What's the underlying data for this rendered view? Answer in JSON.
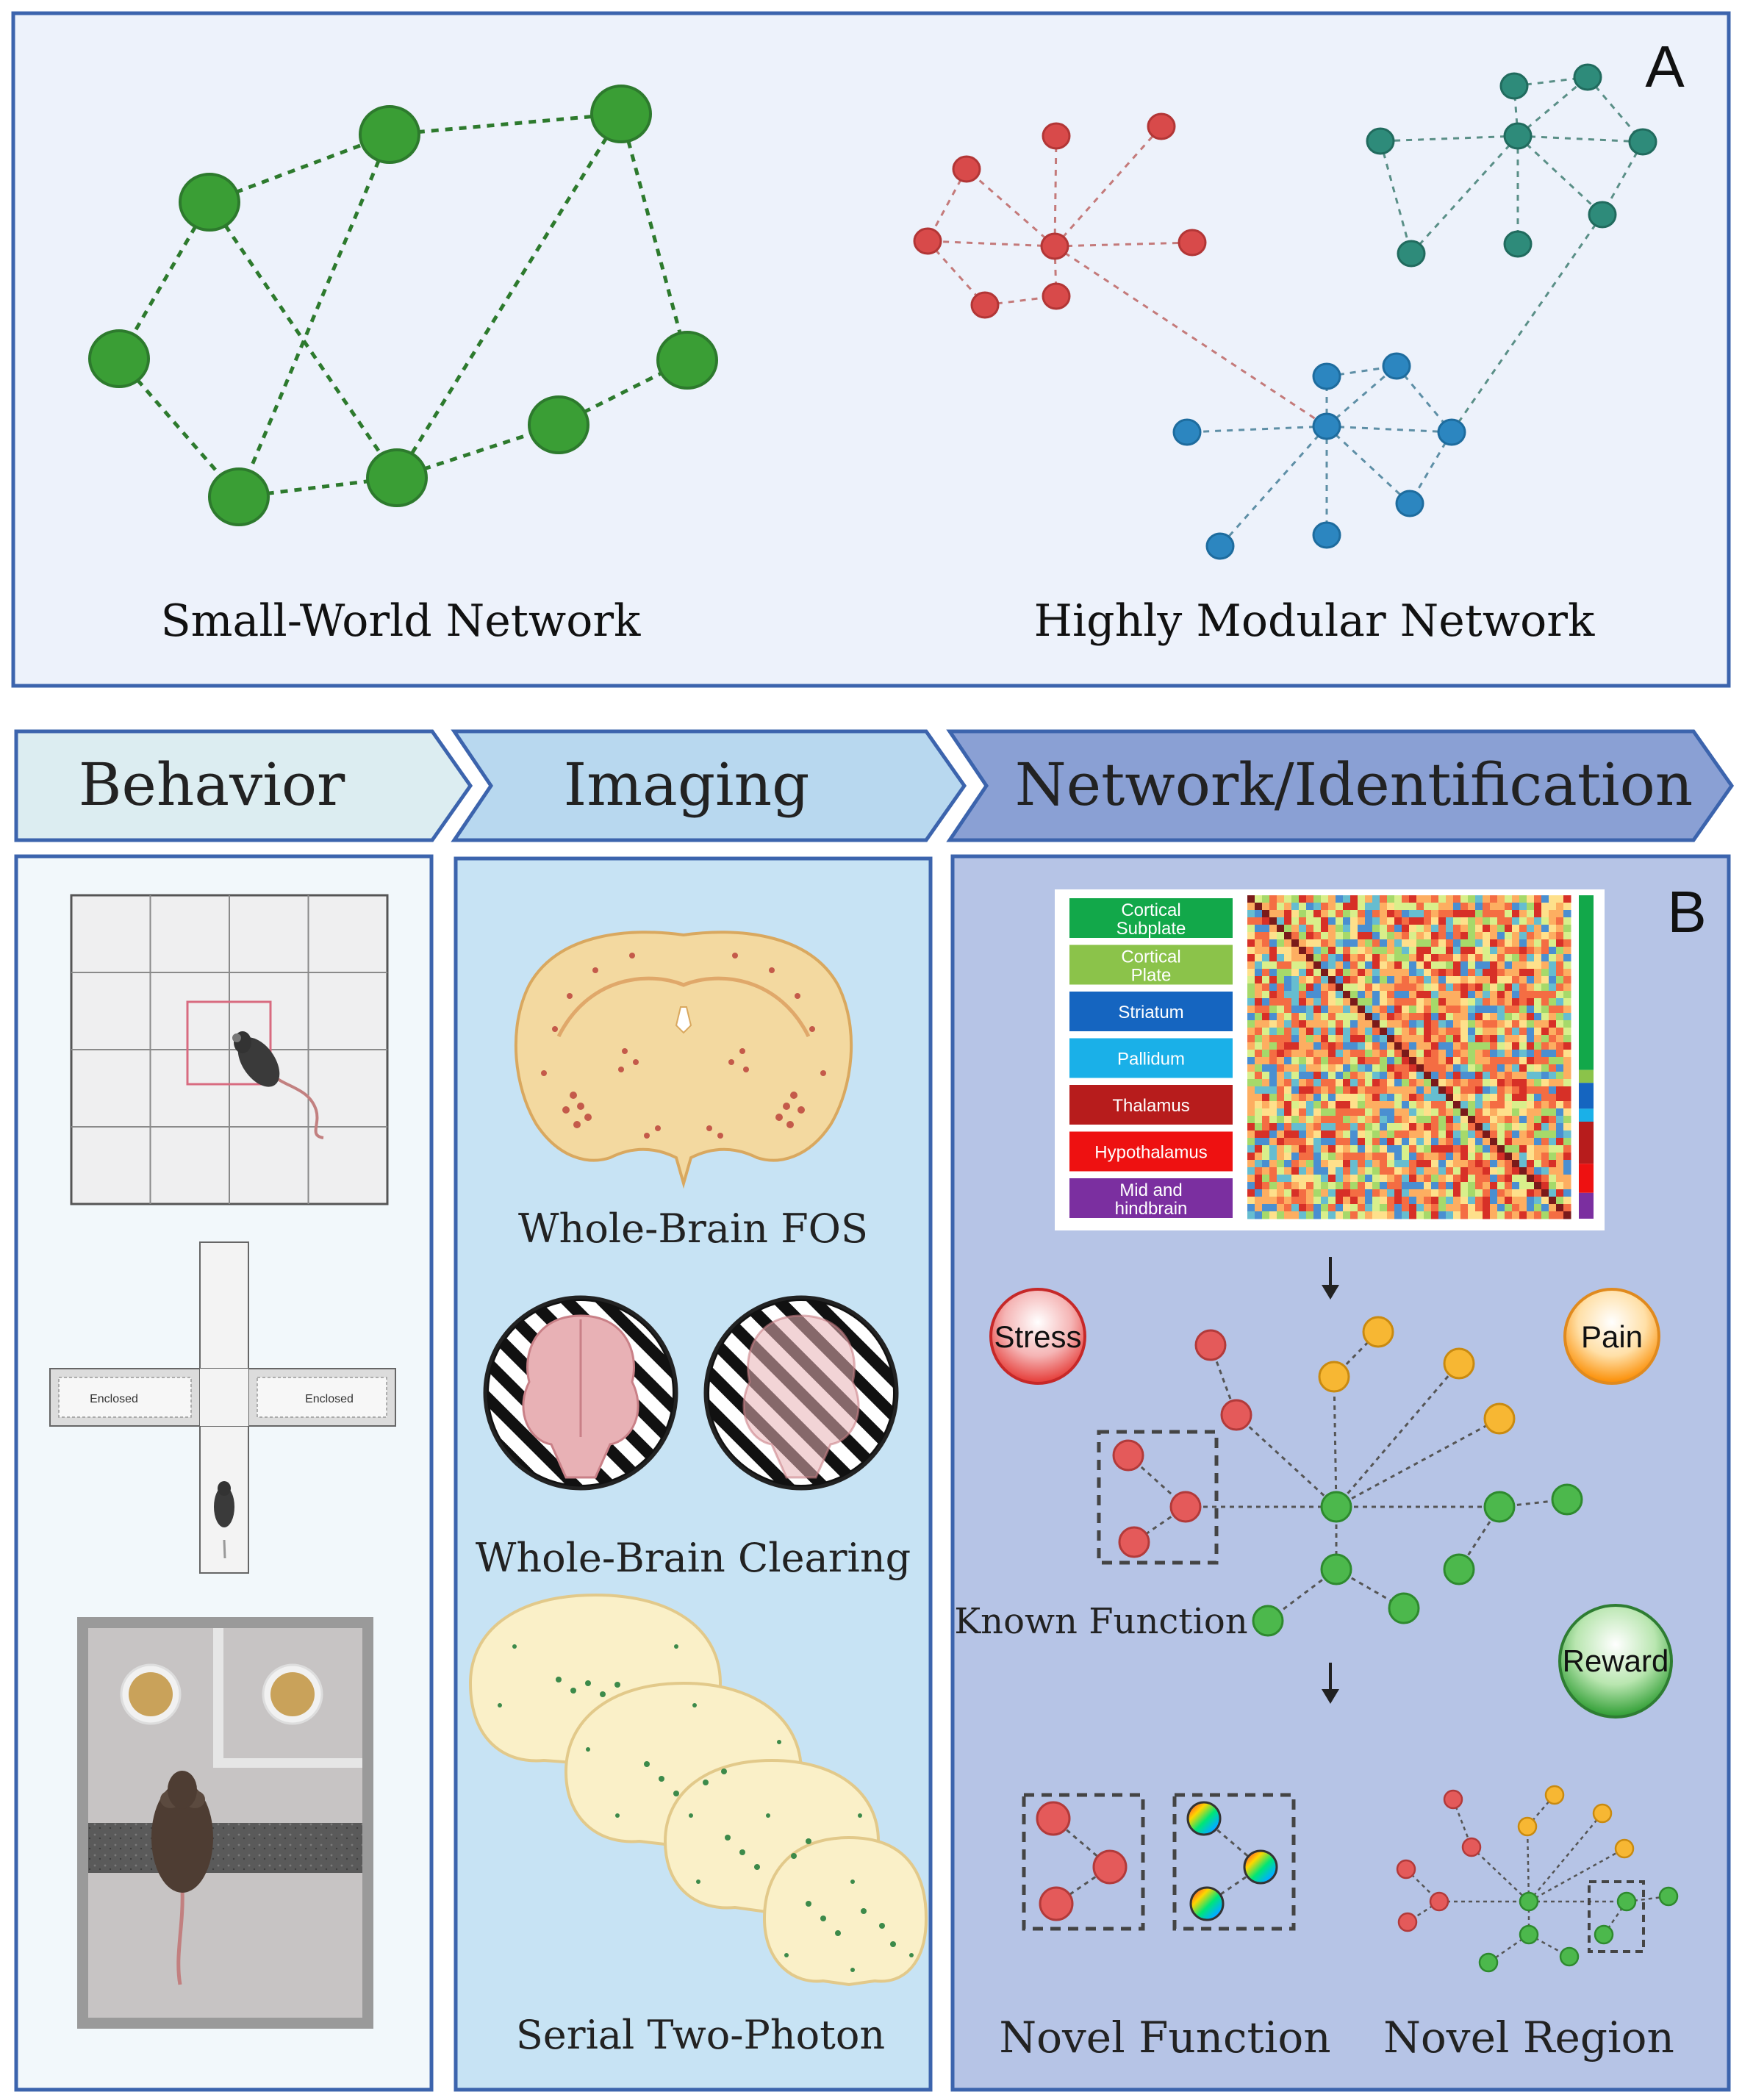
{
  "panel_a": {
    "letter": "A",
    "left_label": "Small-World Network",
    "right_label": "Highly Modular Network"
  },
  "pipeline": {
    "step1": "Behavior",
    "step2": "Imaging",
    "step3": "Network/Identification"
  },
  "panel_b": {
    "letter": "B",
    "behavior": {
      "maze_left_arm": "Enclosed",
      "maze_right_arm": "Enclosed"
    },
    "imaging": {
      "fos_label": "Whole-Brain FOS",
      "clearing_label": "Whole-Brain Clearing",
      "two_photon_label": "Serial Two-Photon"
    },
    "network": {
      "legend": [
        {
          "label": "Cortical Subplate",
          "color": "#12a84a"
        },
        {
          "label": "Cortical Plate",
          "color": "#8bc34a"
        },
        {
          "label": "Striatum",
          "color": "#1565c0"
        },
        {
          "label": "Pallidum",
          "color": "#1ab0e8"
        },
        {
          "label": "Thalamus",
          "color": "#b71c1c"
        },
        {
          "label": "Hypothalamus",
          "color": "#ee1111"
        },
        {
          "label": "Mid and hindbrain",
          "color": "#7b2fa0"
        }
      ],
      "badges": {
        "stress": "Stress",
        "pain": "Pain",
        "reward": "Reward"
      },
      "known_function": "Known Function",
      "novel_function": "Novel Function",
      "novel_region": "Novel Region"
    }
  }
}
